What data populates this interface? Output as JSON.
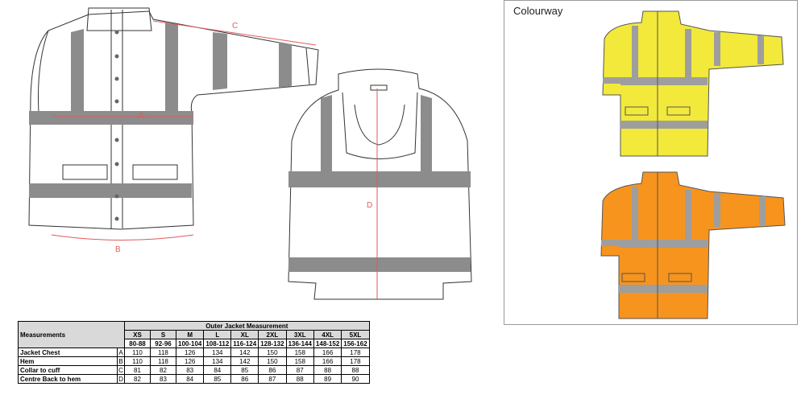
{
  "diagram_labels": {
    "a": "A",
    "b": "B",
    "c": "C",
    "d": "D"
  },
  "colourway": {
    "title": "Colourway",
    "colors": {
      "yellow": "#f2e93b",
      "orange": "#f7941d",
      "reflective": "#9e9e9e",
      "measure_red": "#e05a5a"
    }
  },
  "table": {
    "title": "Outer Jacket Measurement",
    "header_label": "Measurements",
    "sizes": [
      "XS",
      "S",
      "M",
      "L",
      "XL",
      "2XL",
      "3XL",
      "4XL",
      "5XL"
    ],
    "ranges": [
      "80-88",
      "92-96",
      "100-104",
      "108-112",
      "116-124",
      "128-132",
      "136-144",
      "148-152",
      "156-162"
    ],
    "rows": [
      {
        "label": "Jacket Chest",
        "letter": "A",
        "values": [
          "110",
          "118",
          "126",
          "134",
          "142",
          "150",
          "158",
          "166",
          "178"
        ]
      },
      {
        "label": "Hem",
        "letter": "B",
        "values": [
          "110",
          "118",
          "126",
          "134",
          "142",
          "150",
          "158",
          "166",
          "178"
        ]
      },
      {
        "label": "Collar to cuff",
        "letter": "C",
        "values": [
          "81",
          "82",
          "83",
          "84",
          "85",
          "86",
          "87",
          "88",
          "88"
        ]
      },
      {
        "label": "Centre Back to hem",
        "letter": "D",
        "values": [
          "82",
          "83",
          "84",
          "85",
          "86",
          "87",
          "88",
          "89",
          "90"
        ]
      }
    ]
  }
}
